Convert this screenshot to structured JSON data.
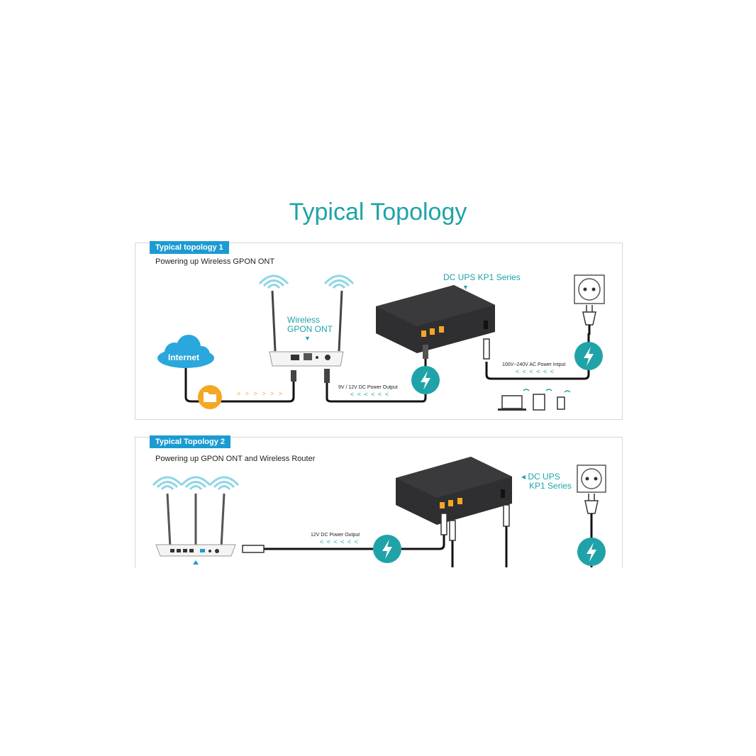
{
  "title": "Typical Topology",
  "topology1": {
    "tag": "Typical topology 1",
    "subtitle": "Powering up Wireless GPON ONT",
    "ups_label": "DC UPS KP1 Series",
    "ont_label_line1": "Wireless",
    "ont_label_line2": "GPON ONT",
    "internet_label": "Internet",
    "dc_output_label": "9V / 12V DC Power Output",
    "ac_input_label": "100V~240V AC Power Intput",
    "chevrons_left": "< < < < < <",
    "chevrons_right": "> > > > > >"
  },
  "topology2": {
    "tag": "Typical Topology 2",
    "subtitle": "Powering up GPON ONT and Wireless Router",
    "ups_label_line1": "◂ DC UPS",
    "ups_label_line2": "KP1 Series",
    "dc_output_label": "12V DC Power Output",
    "chevrons_left": "< < < < < <"
  },
  "colors": {
    "teal": "#1fa3a8",
    "blue_tag": "#1c9bd2",
    "cloud": "#2aa7dc",
    "orange": "#f5a623",
    "ups_body": "#2f2f31"
  },
  "icons": [
    "cloud-icon",
    "folder-icon",
    "lightning-icon",
    "wifi-icon",
    "power-socket-icon",
    "power-plug-icon",
    "laptop-icon",
    "tablet-icon",
    "phone-icon",
    "ups-device-icon",
    "router-icon",
    "ont-device-icon"
  ]
}
